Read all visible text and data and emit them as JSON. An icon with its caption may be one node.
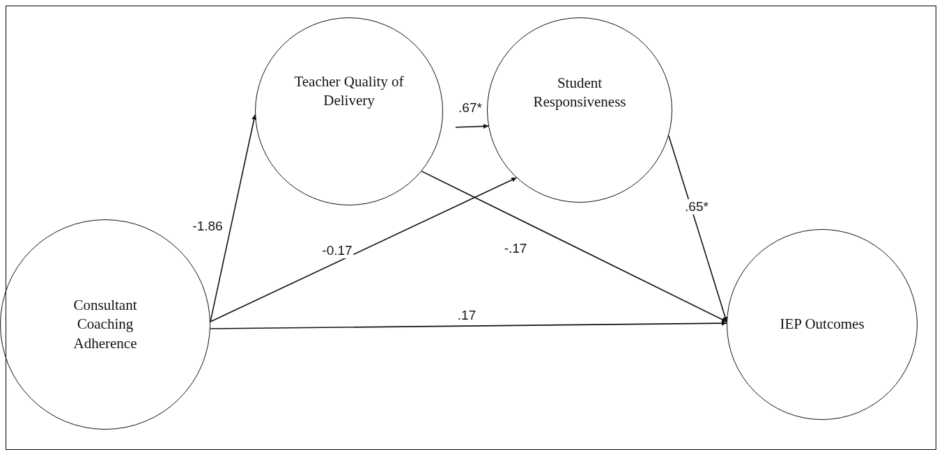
{
  "diagram": {
    "nodes": [
      {
        "text": [
          "Consultant Coaching Adherence"
        ]
      },
      {
        "text": [
          "Teacher Quality of Delivery"
        ]
      },
      {
        "text": [
          "Student Responsiveness"
        ]
      },
      {
        "text": [
          "IEP Outcomes"
        ]
      }
    ],
    "edges": [
      {
        "from": 0,
        "to": 1,
        "arrow": "to",
        "label": "-1.86"
      },
      {
        "from": 1,
        "to": 2,
        "arrow": "to",
        "label": ".67*"
      },
      {
        "from": 0,
        "to": 2,
        "arrow": "to",
        "label": "-0.17"
      },
      {
        "from": 1,
        "to": 3,
        "arrow": "to",
        "label": "-.17"
      },
      {
        "from": 2,
        "to": 3,
        "arrow": "to",
        "label": ".65*"
      },
      {
        "from": 0,
        "to": 3,
        "arrow": "to",
        "label": ".17"
      }
    ]
  }
}
